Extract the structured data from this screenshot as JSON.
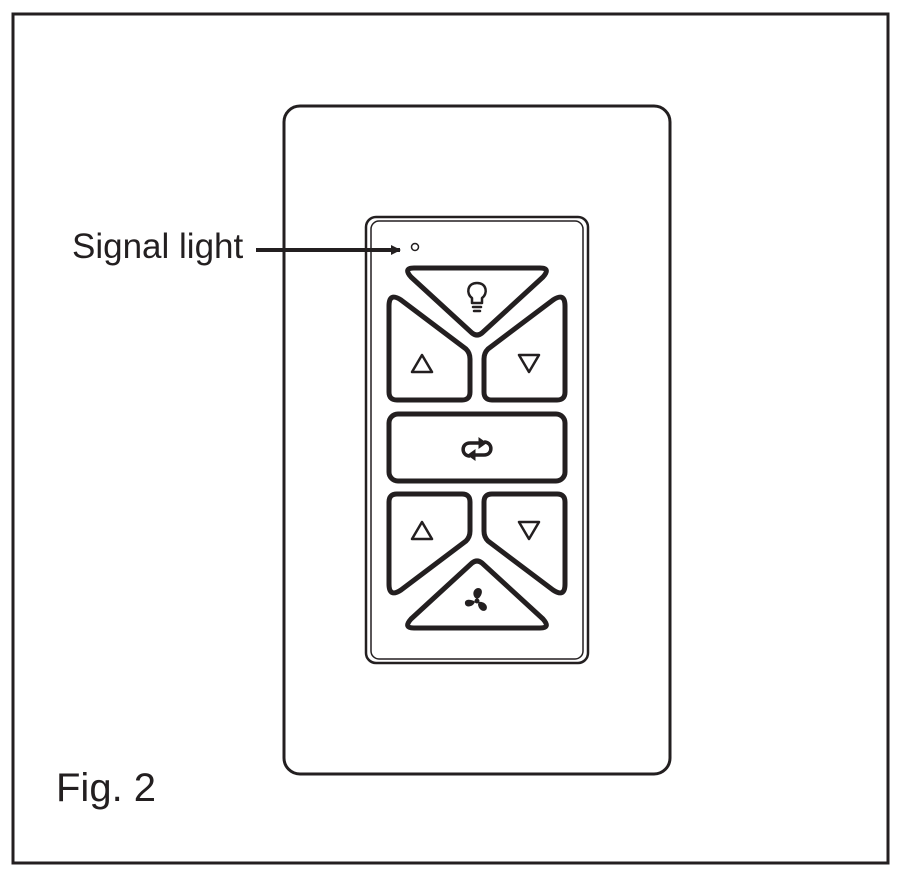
{
  "figure": {
    "callout_label": "Signal light",
    "caption": "Fig. 2"
  },
  "remote": {
    "buttons": [
      {
        "name": "light-button",
        "icon": "light-bulb-icon"
      },
      {
        "name": "light-up-button",
        "icon": "triangle-up-icon"
      },
      {
        "name": "light-down-button",
        "icon": "triangle-down-icon"
      },
      {
        "name": "reverse-button",
        "icon": "reverse-arrows-icon"
      },
      {
        "name": "fan-up-button",
        "icon": "triangle-up-icon"
      },
      {
        "name": "fan-down-button",
        "icon": "triangle-down-icon"
      },
      {
        "name": "fan-button",
        "icon": "fan-icon"
      }
    ]
  },
  "colors": {
    "line": "#231f20",
    "background": "#ffffff"
  }
}
